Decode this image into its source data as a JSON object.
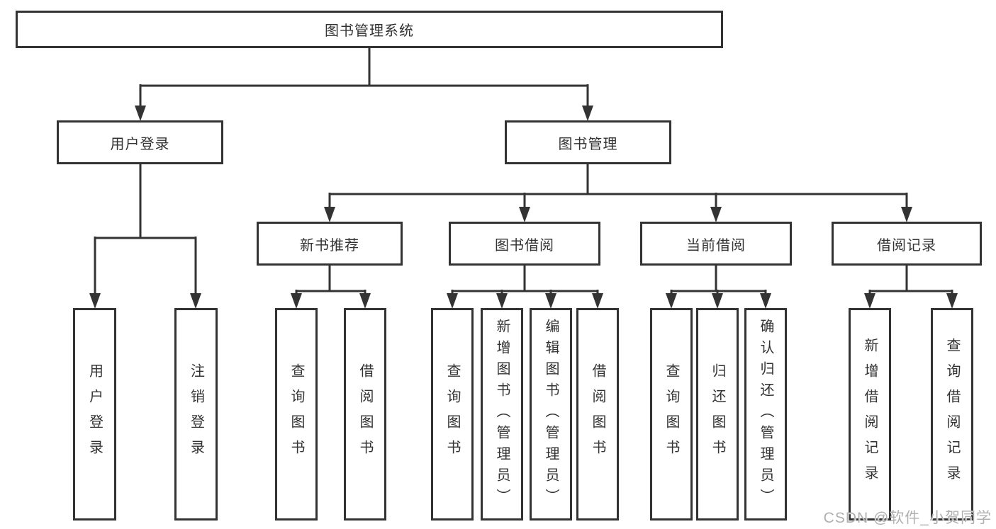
{
  "diagram": {
    "root_label": "图书管理系统",
    "level2": [
      {
        "label": "用户登录",
        "children": [
          "用户登录",
          "注销登录"
        ]
      },
      {
        "label": "图书管理"
      }
    ],
    "level3": [
      {
        "label": "新书推荐",
        "children": [
          "查询图书",
          "借阅图书"
        ]
      },
      {
        "label": "图书借阅",
        "children": [
          "查询图书",
          "新增图书（管理员）",
          "编辑图书（管理员）",
          "借阅图书"
        ]
      },
      {
        "label": "当前借阅",
        "children": [
          "查询图书",
          "归还图书",
          "确认归还（管理员）"
        ]
      },
      {
        "label": "借阅记录",
        "children": [
          "新增借阅记录",
          "查询借阅记录"
        ]
      }
    ]
  },
  "watermark": "CSDN @软件_小贺同学",
  "colors": {
    "line": "#333333",
    "box_border": "#333333",
    "text": "#333333",
    "watermark": "#b0b0b0",
    "background": "#ffffff"
  }
}
